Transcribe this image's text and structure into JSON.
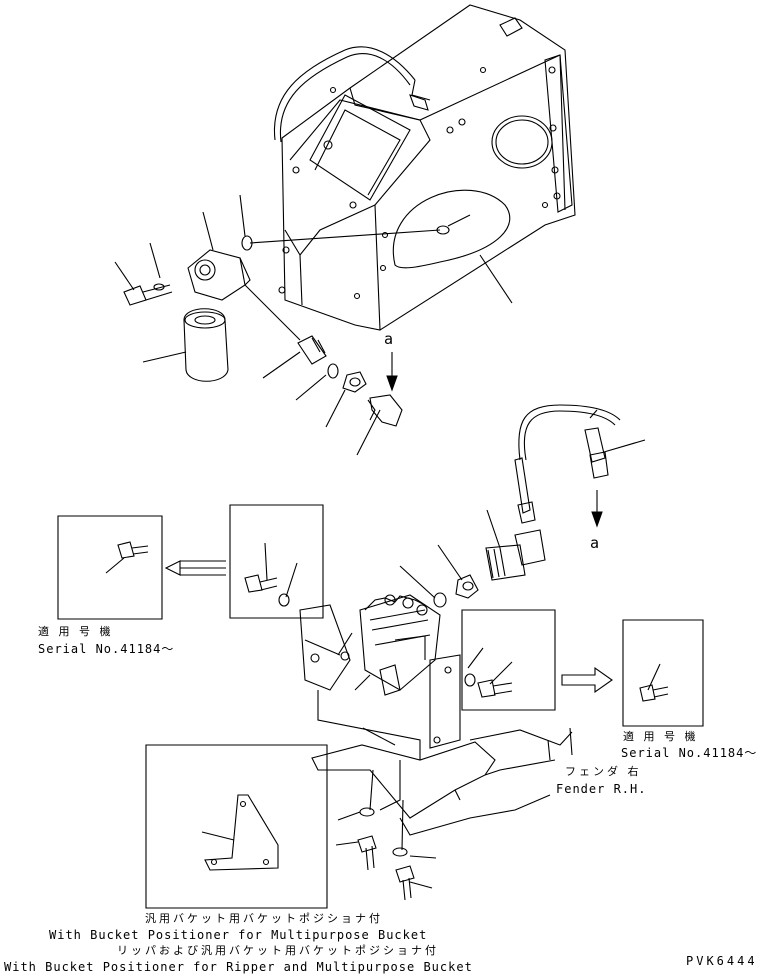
{
  "labels": {
    "arrow_a_top": "a",
    "arrow_a_right": "a",
    "left_serial_ja": "適 用 号 機",
    "left_serial_en": "Serial No.41184～",
    "right_serial_ja": "適 用 号 機",
    "right_serial_en": "Serial No.41184～",
    "fender_ja": "フェンダ 右",
    "fender_en": "Fender R.H.",
    "caption1_ja": "汎用バケット用バケットポジショナ付",
    "caption1_en": "With Bucket Positioner for Multipurpose Bucket",
    "caption2_ja": "リッパおよび汎用バケット用バケットポジショナ付",
    "caption2_en": "With Bucket Positioner for Ripper and Multipurpose Bucket",
    "drawing_code": "PVK6444"
  },
  "colors": {
    "line": "#000000",
    "background": "#ffffff"
  }
}
